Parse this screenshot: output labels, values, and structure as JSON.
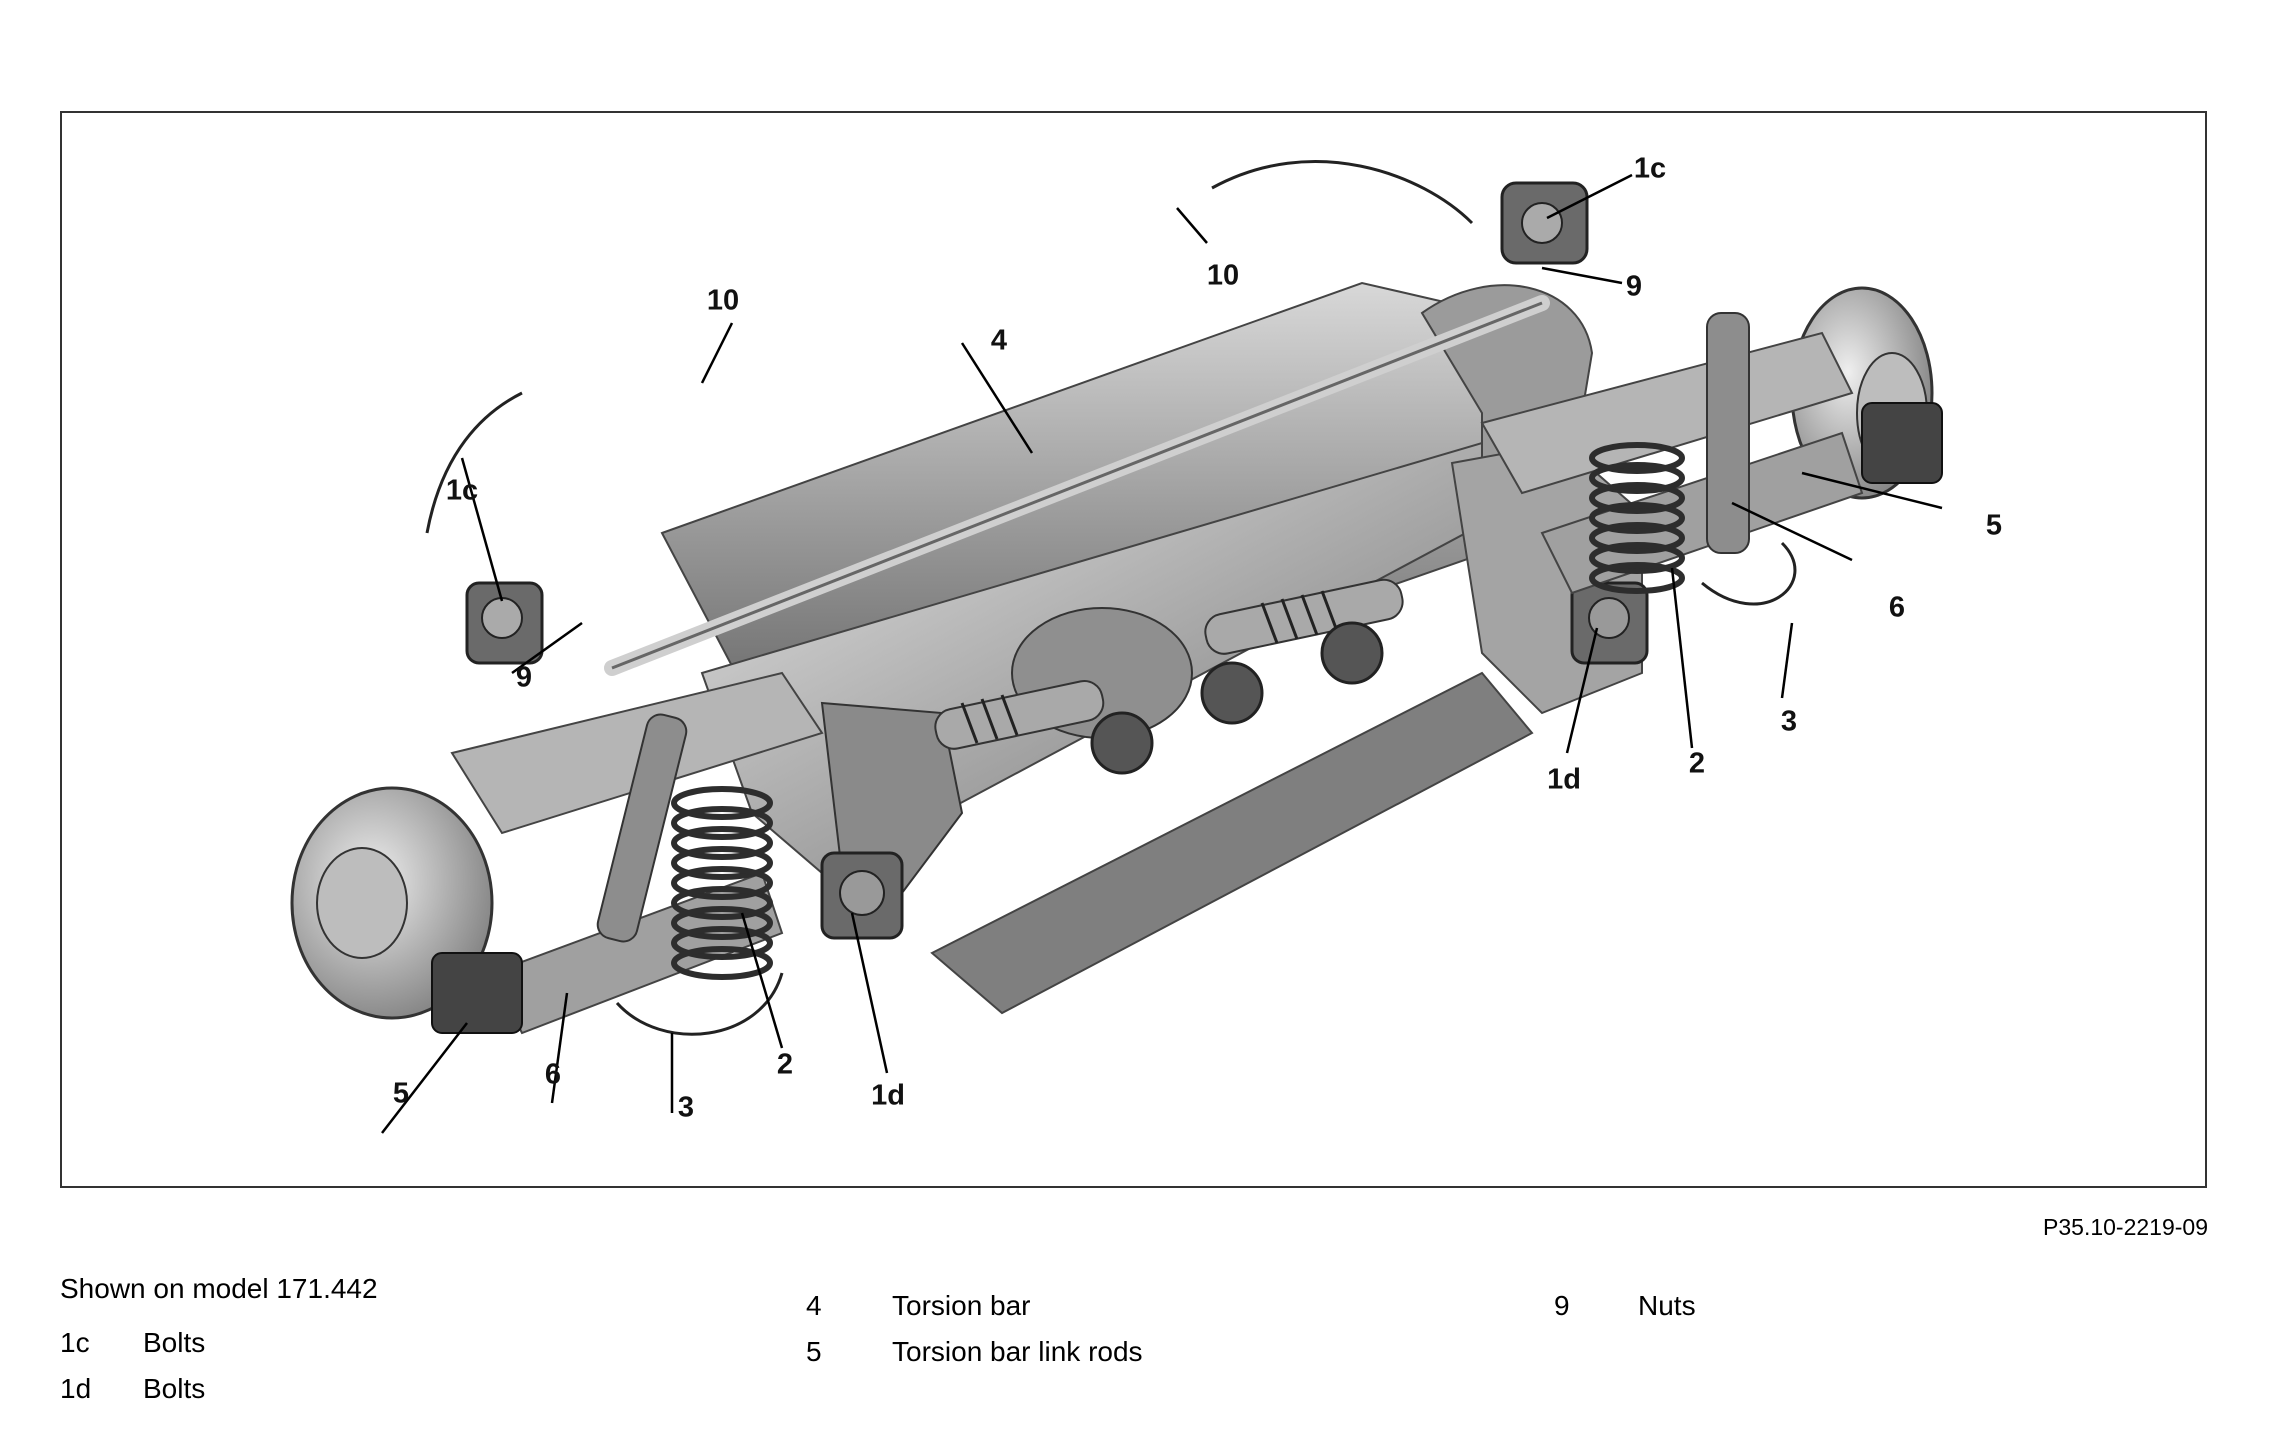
{
  "figure": {
    "code": "P35.10-2219-09",
    "callouts": {
      "c1c_left": "1c",
      "c1c_right": "1c",
      "c1d_left": "1d",
      "c1d_right": "1d",
      "c2_left": "2",
      "c2_right": "2",
      "c3_left": "3",
      "c3_right": "3",
      "c4": "4",
      "c5_left": "5",
      "c5_right": "5",
      "c6_left": "6",
      "c6_right": "6",
      "c9_left": "9",
      "c9_right": "9",
      "c10_left": "10",
      "c10_right": "10"
    }
  },
  "legend": {
    "caption": "Shown on model 171.442",
    "items": [
      {
        "num": "1c",
        "text": "Bolts"
      },
      {
        "num": "1d",
        "text": "Bolts"
      },
      {
        "num": "4",
        "text": "Torsion bar"
      },
      {
        "num": "5",
        "text": "Torsion bar link rods"
      },
      {
        "num": "9",
        "text": "Nuts"
      }
    ]
  }
}
